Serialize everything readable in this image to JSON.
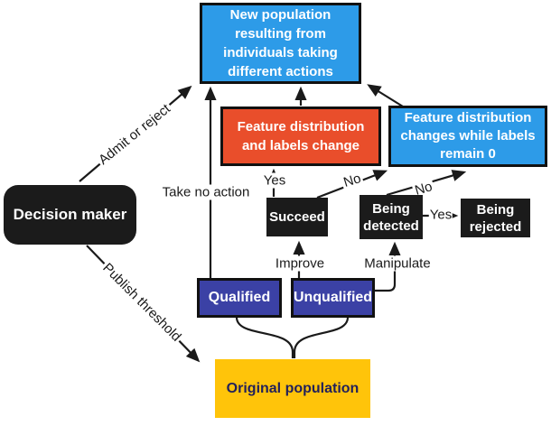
{
  "diagram": {
    "background": "#ffffff",
    "line_color": "#1a1a1a",
    "nodes": {
      "new_population": {
        "label": "New population resulting from individuals taking different actions",
        "color": "#2D9BE8",
        "text_color": "#ffffff"
      },
      "feature_labels_change": {
        "label": "Feature distribution and labels change",
        "color": "#E94E2B",
        "text_color": "#ffffff"
      },
      "feature_labels_remain": {
        "label": "Feature distribution changes while labels remain 0",
        "color": "#2D9BE8",
        "text_color": "#ffffff"
      },
      "decision_maker": {
        "label": "Decision maker",
        "color": "#1B1B1B",
        "text_color": "#ffffff"
      },
      "succeed": {
        "label": "Succeed",
        "color": "#1B1B1B",
        "text_color": "#ffffff"
      },
      "being_detected": {
        "label": "Being detected",
        "color": "#1B1B1B",
        "text_color": "#ffffff"
      },
      "being_rejected": {
        "label": "Being rejected",
        "color": "#1B1B1B",
        "text_color": "#ffffff"
      },
      "qualified": {
        "label": "Qualified",
        "color": "#3B41A5",
        "text_color": "#ffffff"
      },
      "unqualified": {
        "label": "Unqualified",
        "color": "#3B41A5",
        "text_color": "#ffffff"
      },
      "original_population": {
        "label": "Original population",
        "color": "#FFC40A",
        "text_color": "#23215A"
      }
    },
    "edges": {
      "admit_or_reject": "Admit or reject",
      "publish_threshold": "Publish threshold",
      "take_no_action": "Take no action",
      "yes_improve": "Yes",
      "no_succeed": "No",
      "no_detected": "No",
      "yes_detected": "Yes",
      "improve": "Improve",
      "manipulate": "Manipulate"
    }
  }
}
